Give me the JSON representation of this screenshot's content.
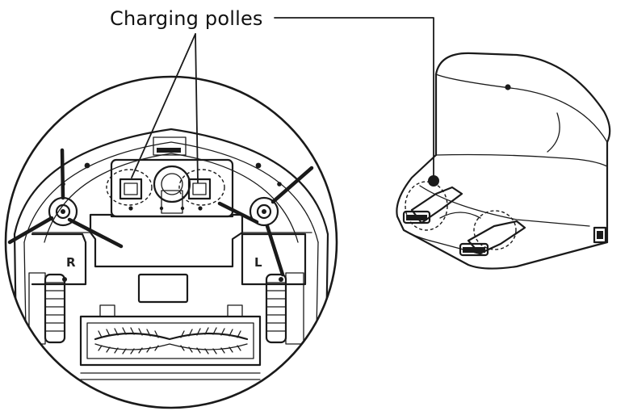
{
  "callout": {
    "label": "Charging polles"
  },
  "robot": {
    "wheel_right_label": "R",
    "wheel_left_label": "L"
  }
}
